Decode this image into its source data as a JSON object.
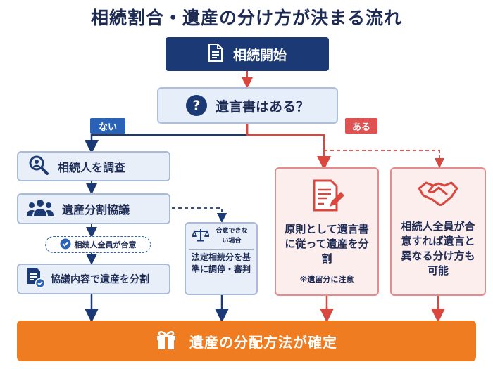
{
  "title": "相続割合・遺産の分け方が決まる流れ",
  "start": {
    "label": "相続開始",
    "icon": "document-icon"
  },
  "question": {
    "label": "遺言書はある？",
    "icon": "question-icon",
    "icon_glyph": "?"
  },
  "branches": {
    "no": "ない",
    "yes": "ある"
  },
  "left": {
    "investigate": {
      "label": "相続人を調査",
      "icon": "search-person-icon"
    },
    "negotiate": {
      "label": "遺産分割協議",
      "icon": "people-group-icon"
    },
    "agree_badge": {
      "label": "相続人全員が合意",
      "icon": "check-circle-icon"
    },
    "divide": {
      "label": "協議内容で遺産を分割",
      "icon": "checklist-document-icon"
    }
  },
  "legal": {
    "condition": "合意できない場合",
    "body": "法定相続分を基準に調停・審判",
    "icon": "scales-icon"
  },
  "will": {
    "body": "原則として遺言書に従って遺産を分割",
    "note": "※遺留分に注意",
    "icon": "document-pen-icon"
  },
  "consensus": {
    "body": "相続人全員が合意すれば遺言と異なる分け方も可能",
    "icon": "handshake-icon"
  },
  "final": {
    "label": "遺産の分配方法が確定",
    "icon": "gift-icon"
  },
  "colors": {
    "navy": "#1b3a75",
    "blue": "#2a62b8",
    "red": "#d9473f",
    "orange": "#f07c22"
  }
}
